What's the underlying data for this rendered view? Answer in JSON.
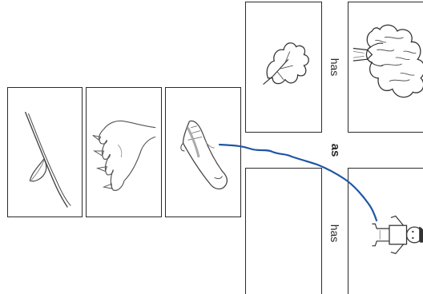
{
  "worksheet": {
    "relation_word_top": "has",
    "connector_word": "as",
    "relation_word_bottom": "has"
  },
  "cards": {
    "top_left": {
      "icon": "leaf-icon"
    },
    "top_right": {
      "icon": "tree-icon"
    },
    "bottom_left": {
      "icon": "empty-answer-slot"
    },
    "bottom_right": {
      "icon": "person-icon"
    },
    "choices": [
      {
        "icon": "plant-stem-leaf-icon"
      },
      {
        "icon": "animal-paw-claws-icon"
      },
      {
        "icon": "human-finger-icon"
      }
    ]
  },
  "drawing": {
    "stroke_color": "#1f56a6"
  }
}
